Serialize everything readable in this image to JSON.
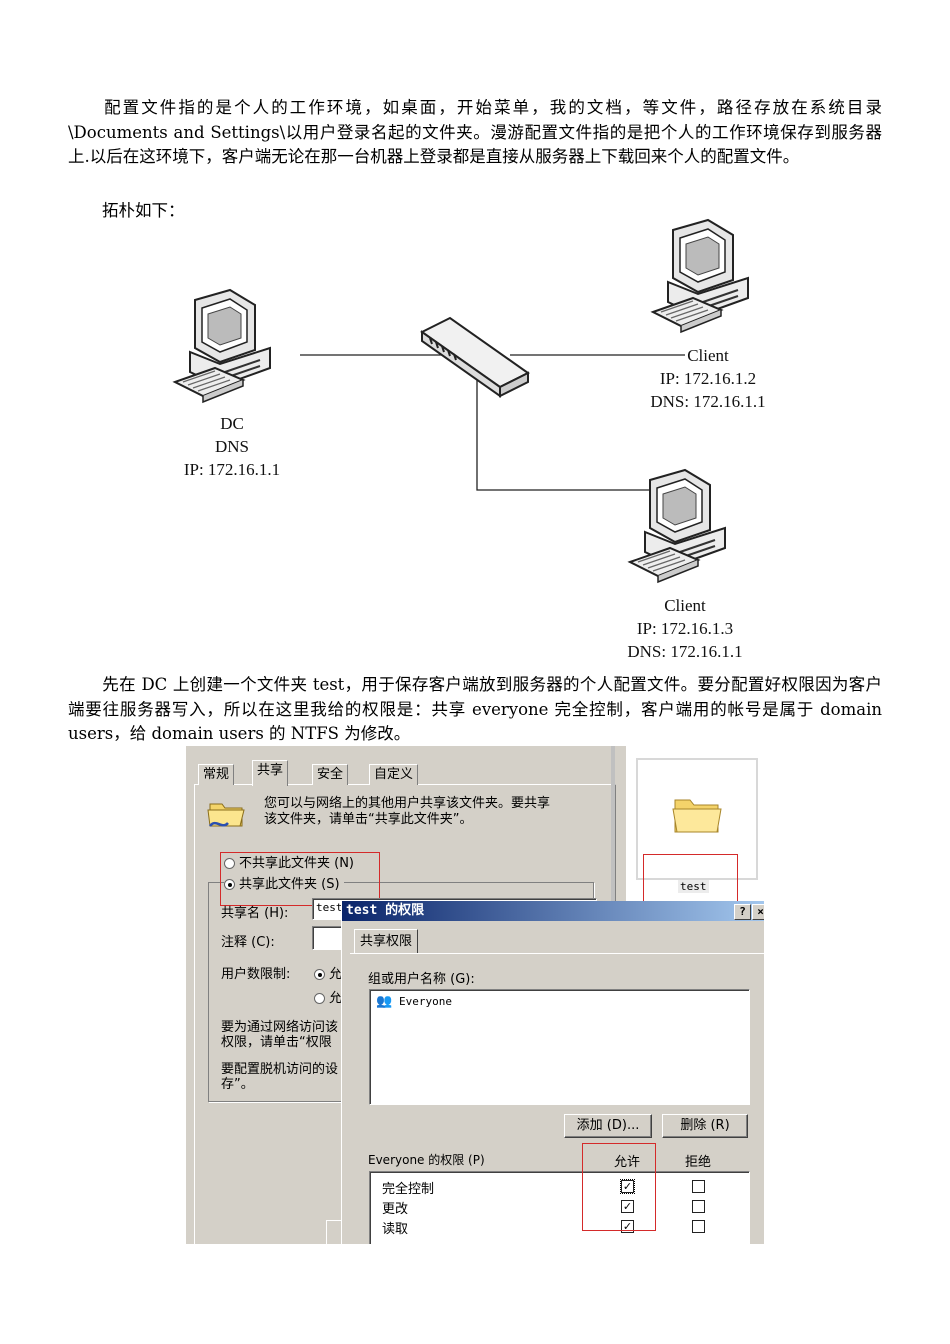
{
  "intro_paragraph": "配置文件指的是个人的工作环境，如桌面，开始菜单，我的文档，等文件，路径存放在系统目录\\Documents and Settings\\以用户登录名起的文件夹。漫游配置文件指的是把个人的工作环境保存到服务器上.以后在这环境下，客户端无论在那一台机器上登录都是直接从服务器上下载回来个人的配置文件。",
  "topology_intro": "拓朴如下：",
  "topology": {
    "dc": {
      "line1": "DC",
      "line2": "DNS",
      "ip": "IP: 172.16.1.1"
    },
    "client1": {
      "name": "Client",
      "ip": "IP: 172.16.1.2",
      "dns": "DNS: 172.16.1.1"
    },
    "client2": {
      "name": "Client",
      "ip": "IP: 172.16.1.3",
      "dns": "DNS: 172.16.1.1"
    }
  },
  "setup_paragraph": "先在 DC 上创建一个文件夹 test，用于保存客户端放到服务器的个人配置文件。要分配置好权限因为客户端要往服务器写入，所以在这里我给的权限是：共享 everyone 完全控制，客户端用的帐号是属于 domain users，给 domain users 的 NTFS 为修改。",
  "properties_dialog": {
    "tabs": [
      "常规",
      "共享",
      "安全",
      "自定义"
    ],
    "info_text_1": "您可以与网络上的其他用户共享该文件夹。要共享",
    "info_text_2": "该文件夹，请单击“共享此文件夹”。",
    "radio_not_share": "不共享此文件夹 (N)",
    "radio_share": "共享此文件夹 (S)",
    "share_name_label": "共享名 (H):",
    "share_name_value": "test",
    "comment_label": "注释 (C):",
    "user_limit_label": "用户数限制:",
    "user_limit_opt1": "允",
    "user_limit_opt2": "允",
    "network_text_1": "要为通过网络访问该",
    "network_text_2": "权限，请单击“权限",
    "offline_text_1": "要配置脱机访问的设",
    "offline_text_2": "存”。"
  },
  "folder_icon_label": "test",
  "permissions_dialog": {
    "title": "test 的权限",
    "help_button": "?",
    "close_button": "×",
    "tab": "共享权限",
    "group_label": "组或用户名称 (G):",
    "users": [
      "Everyone"
    ],
    "add_button": "添加 (D)...",
    "remove_button": "删除 (R)",
    "perm_label": "Everyone 的权限 (P)",
    "allow_header": "允许",
    "deny_header": "拒绝",
    "permissions": [
      {
        "name": "完全控制",
        "allow": true,
        "deny": false
      },
      {
        "name": "更改",
        "allow": true,
        "deny": false
      },
      {
        "name": "读取",
        "allow": true,
        "deny": false
      }
    ]
  },
  "colors": {
    "highlight_box": "#d42a2a",
    "title_bar": "#0a246a"
  }
}
